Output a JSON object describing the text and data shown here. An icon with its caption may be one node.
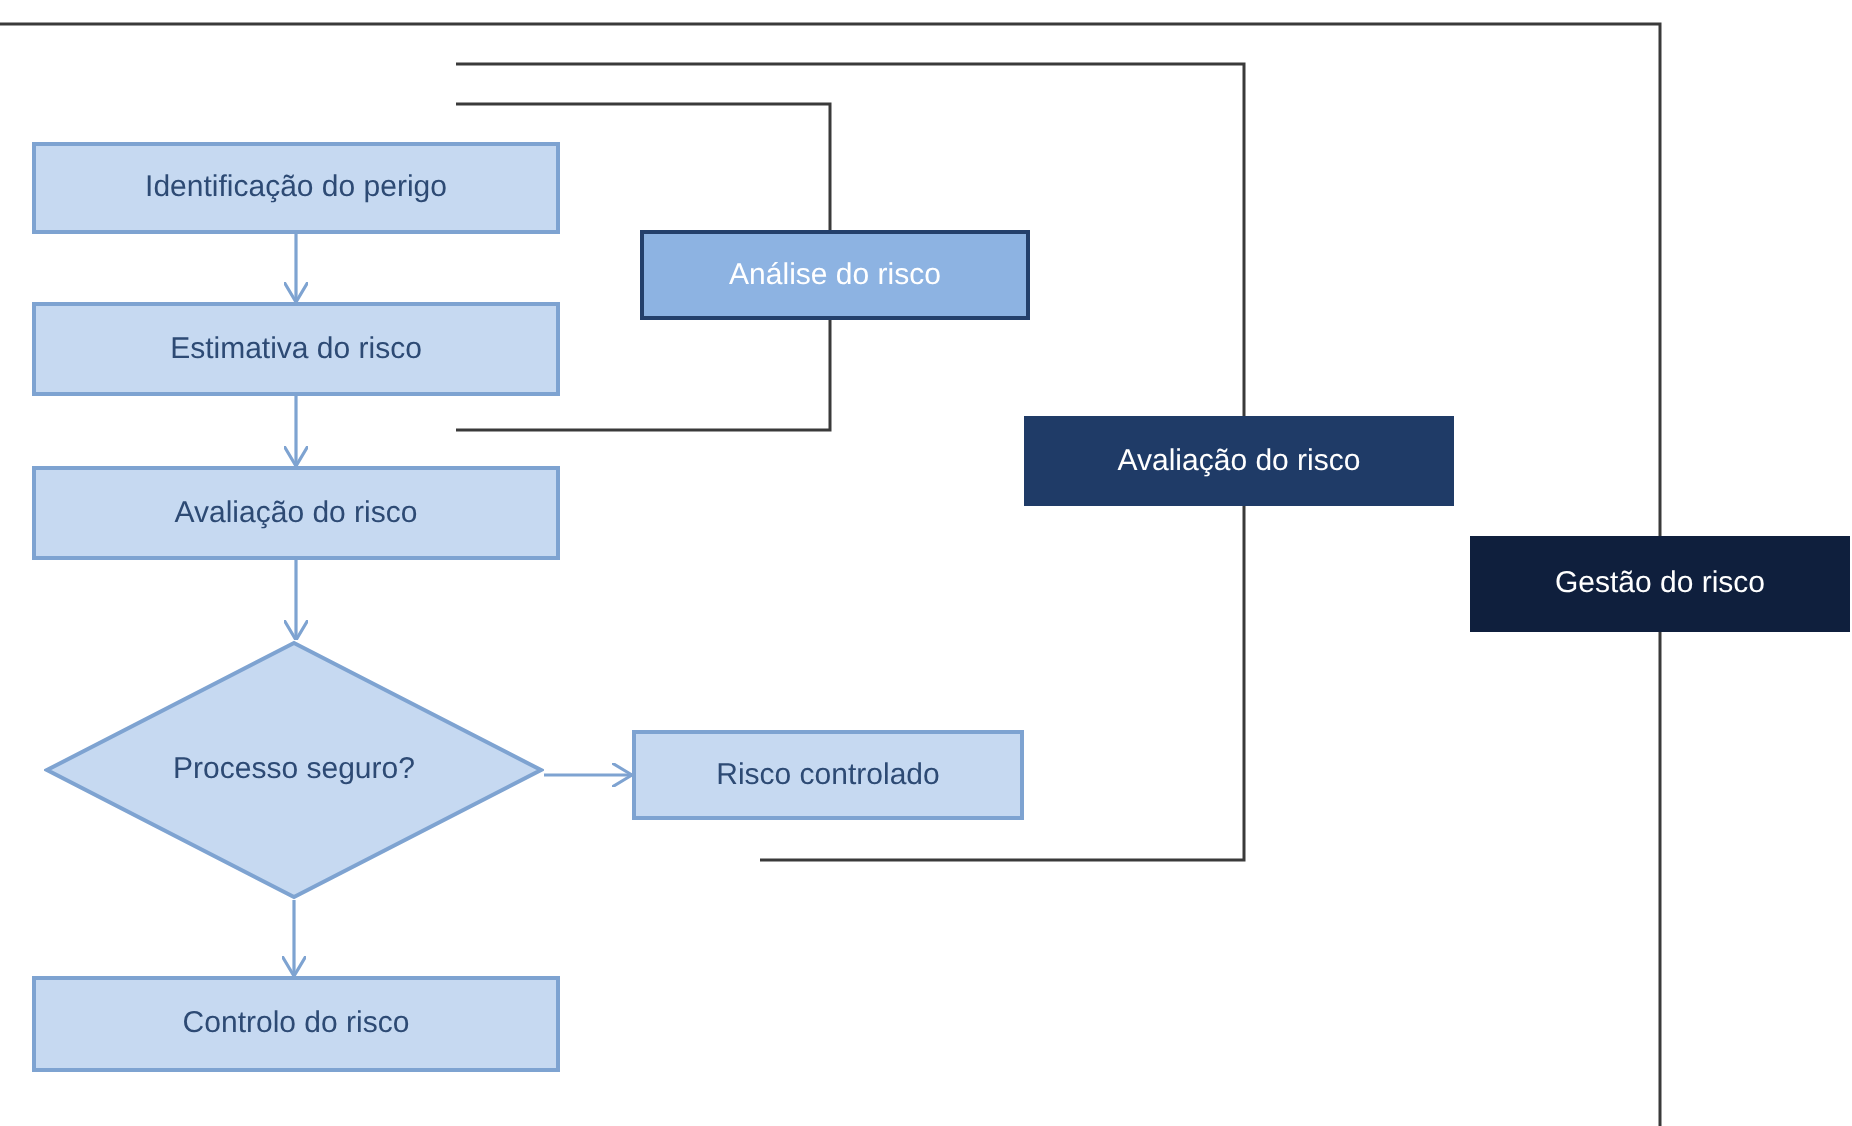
{
  "diagram": {
    "nodes": [
      {
        "text": [
          "Identificação do perigo"
        ]
      },
      {
        "text": [
          "Estimativa do risco"
        ]
      },
      {
        "text": [
          "Avaliação do risco"
        ]
      },
      {
        "text": [
          "Processo seguro?"
        ]
      },
      {
        "text": [
          "Risco controlado"
        ]
      },
      {
        "text": [
          "Controlo do risco"
        ]
      },
      {
        "text": [
          "Análise do risco"
        ]
      },
      {
        "text": [
          "Avaliação do risco"
        ]
      },
      {
        "text": [
          "Gestão do risco"
        ]
      }
    ],
    "edges": [
      {
        "from": 0,
        "to": 1,
        "arrow": "to"
      },
      {
        "from": 1,
        "to": 2,
        "arrow": "to"
      },
      {
        "from": 2,
        "to": 3,
        "arrow": "to"
      },
      {
        "from": 3,
        "to": 4,
        "arrow": "to"
      },
      {
        "from": 3,
        "to": 5,
        "arrow": "to"
      }
    ]
  }
}
